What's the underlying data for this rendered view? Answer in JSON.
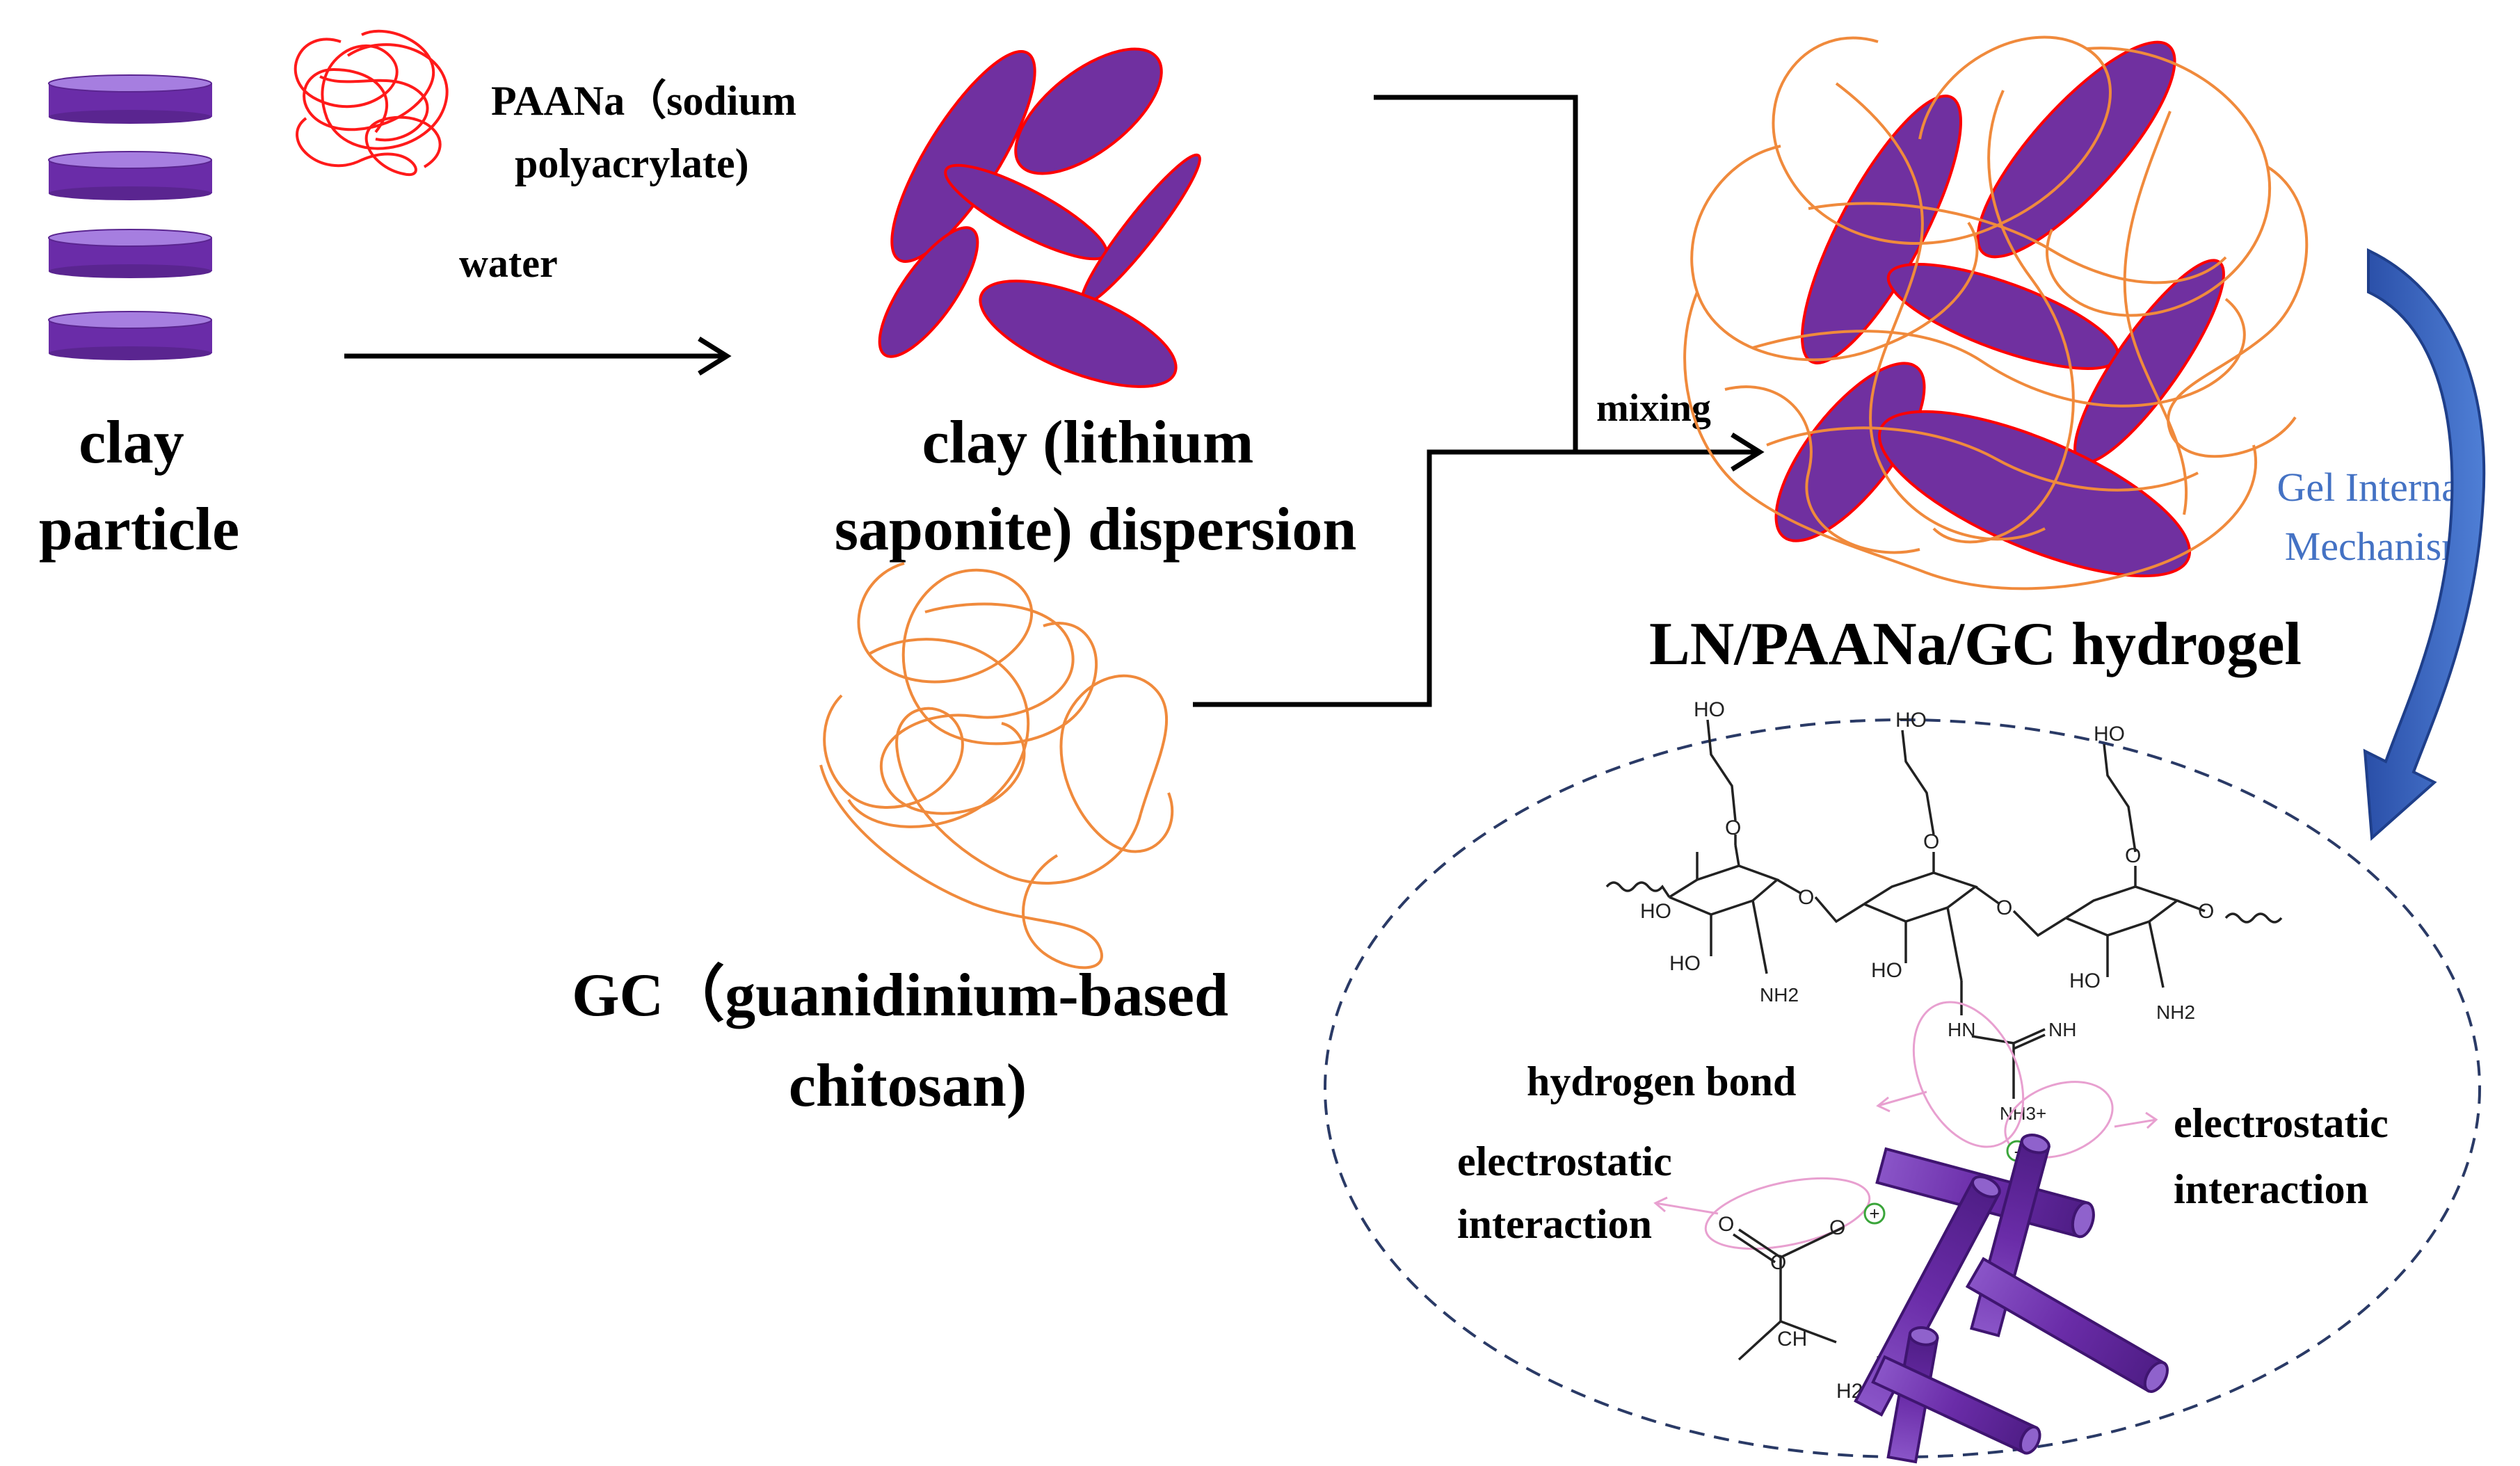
{
  "labels": {
    "clay_particle": [
      "clay",
      "particle"
    ],
    "paana": [
      "PAANa（sodium",
      "polyacrylate)"
    ],
    "water": "water",
    "clay_dispersion": [
      "clay (lithium",
      "saponite) dispersion"
    ],
    "mixing": "mixing",
    "hydrogel": "LN/PAANa/GC hydrogel",
    "gel_mechanism": [
      "Gel Internal",
      "Mechanism"
    ],
    "gc": [
      "GC（guanidinium-based",
      "chitosan)"
    ],
    "hydrogen_bond": "hydrogen bond",
    "electrostatic_left": [
      "electrostatic",
      "interaction"
    ],
    "electrostatic_right": [
      "electrostatic",
      "interaction"
    ]
  },
  "chem": {
    "ho": "HO",
    "o": "O",
    "nh2": "NH2",
    "nh": "NH",
    "hn": "HN",
    "nh3_plus": "NH3+",
    "ch": "CH",
    "h2": "H2",
    "plus": "+",
    "minus": "-"
  },
  "colors": {
    "clay_purple": "#7030a0",
    "clay_edge": "#ff0000",
    "paana_red": "#ff1a1a",
    "gc_orange": "#f08a3c",
    "arrow_blue": "#2f5bb5",
    "label_blue": "#4472c4",
    "bond_pink": "#e8a0d0",
    "sign_green": "#3aa53a"
  },
  "icons": [
    "clay-disc-icon",
    "polymer-coil-icon",
    "curved-arrow-icon",
    "plus-sign-icon",
    "minus-sign-icon"
  ]
}
